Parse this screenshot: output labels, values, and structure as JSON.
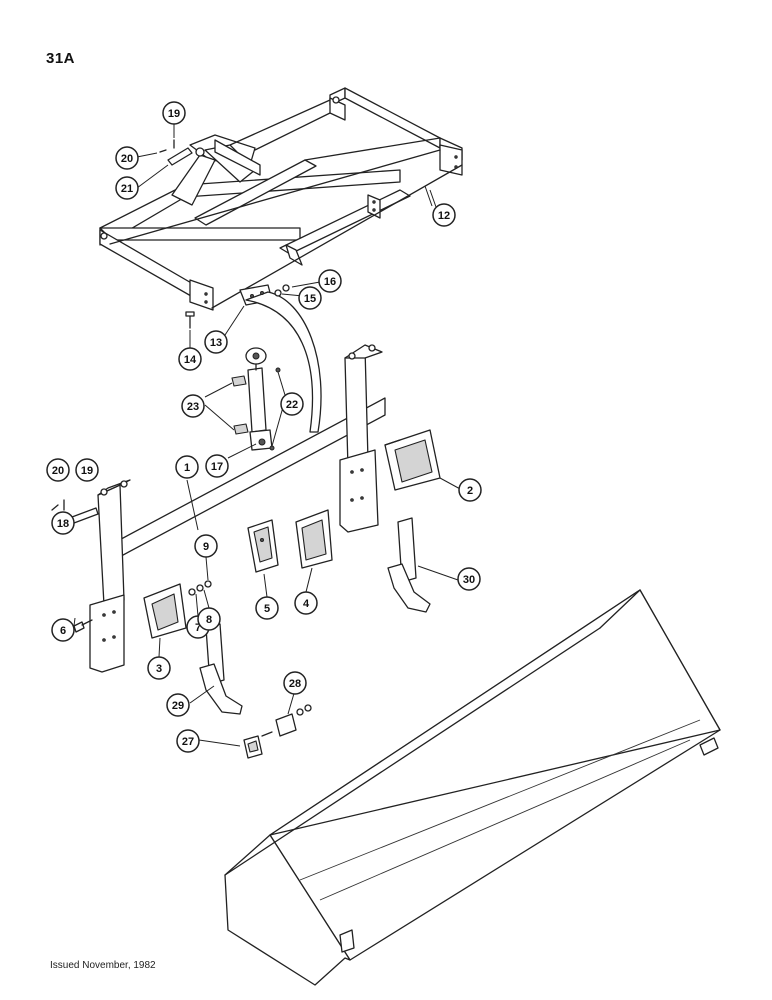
{
  "page_label": "31A",
  "issued": "Issued November, 1982",
  "callouts": [
    {
      "id": "c1",
      "num": "1"
    },
    {
      "id": "c2",
      "num": "2"
    },
    {
      "id": "c3",
      "num": "3"
    },
    {
      "id": "c4",
      "num": "4"
    },
    {
      "id": "c5",
      "num": "5"
    },
    {
      "id": "c6",
      "num": "6"
    },
    {
      "id": "c7",
      "num": "7"
    },
    {
      "id": "c8",
      "num": "8"
    },
    {
      "id": "c9",
      "num": "9"
    },
    {
      "id": "c12",
      "num": "12"
    },
    {
      "id": "c13",
      "num": "13"
    },
    {
      "id": "c14",
      "num": "14"
    },
    {
      "id": "c15",
      "num": "15"
    },
    {
      "id": "c16",
      "num": "16"
    },
    {
      "id": "c17",
      "num": "17"
    },
    {
      "id": "c18",
      "num": "18"
    },
    {
      "id": "c19a",
      "num": "19"
    },
    {
      "id": "c19b",
      "num": "19"
    },
    {
      "id": "c20a",
      "num": "20"
    },
    {
      "id": "c20b",
      "num": "20"
    },
    {
      "id": "c21",
      "num": "21"
    },
    {
      "id": "c22",
      "num": "22"
    },
    {
      "id": "c23",
      "num": "23"
    },
    {
      "id": "c27",
      "num": "27"
    },
    {
      "id": "c28",
      "num": "28"
    },
    {
      "id": "c29",
      "num": "29"
    },
    {
      "id": "c30",
      "num": "30"
    }
  ]
}
